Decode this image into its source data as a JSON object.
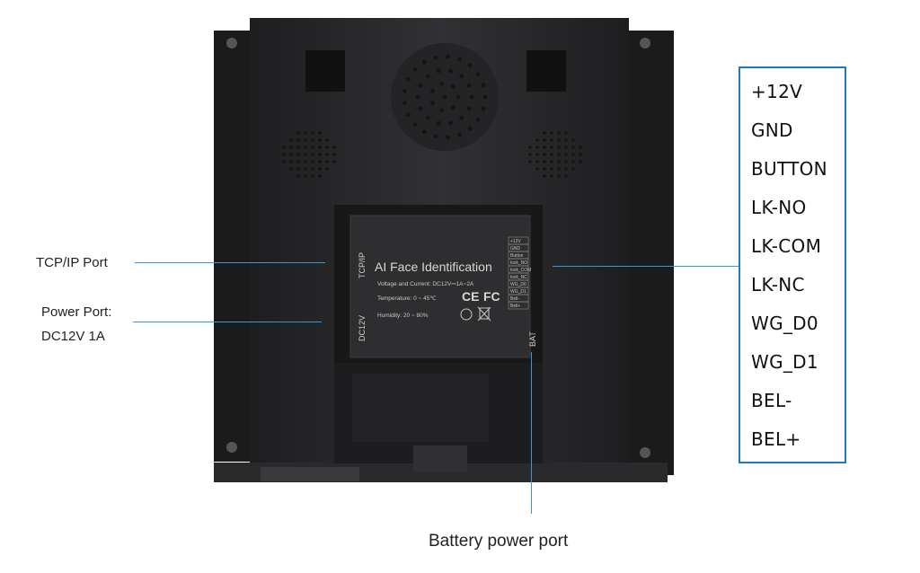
{
  "labels": {
    "tcpip_port": "TCP/IP Port",
    "power_port_line1": "Power Port:",
    "power_port_line2": "DC12V 1A",
    "battery_port": "Battery power port"
  },
  "wiring_pins": [
    "+12V",
    "GND",
    "BUTTON",
    "LK-NO",
    "LK-COM",
    "LK-NC",
    "WG_D0",
    "WG_D1",
    "BEL-",
    "BEL+"
  ],
  "device_label": {
    "title": "AI Face Identification",
    "voltage": "Voltage and Current: DC12V⎓1A~2A",
    "temperature": "Temperature: 0 ~ 45℃",
    "humidity": "Humidity: 20 ~ 80%",
    "cert_ce": "CE",
    "cert_fc": "FC",
    "port_tcpip": "TCP/IP",
    "port_dc12v": "DC12V",
    "port_bat": "BAT",
    "terminal_rows": [
      "+12V",
      "GND",
      "Button",
      "lock_NO",
      "lock_COM",
      "lock_NC",
      "WG_D0",
      "WG_D1",
      "Bell-",
      "Bell+"
    ]
  },
  "colors": {
    "leader_line": "#3d95d6",
    "pin_box_border": "#1f78c8",
    "device_body": "#2b2b2d"
  }
}
